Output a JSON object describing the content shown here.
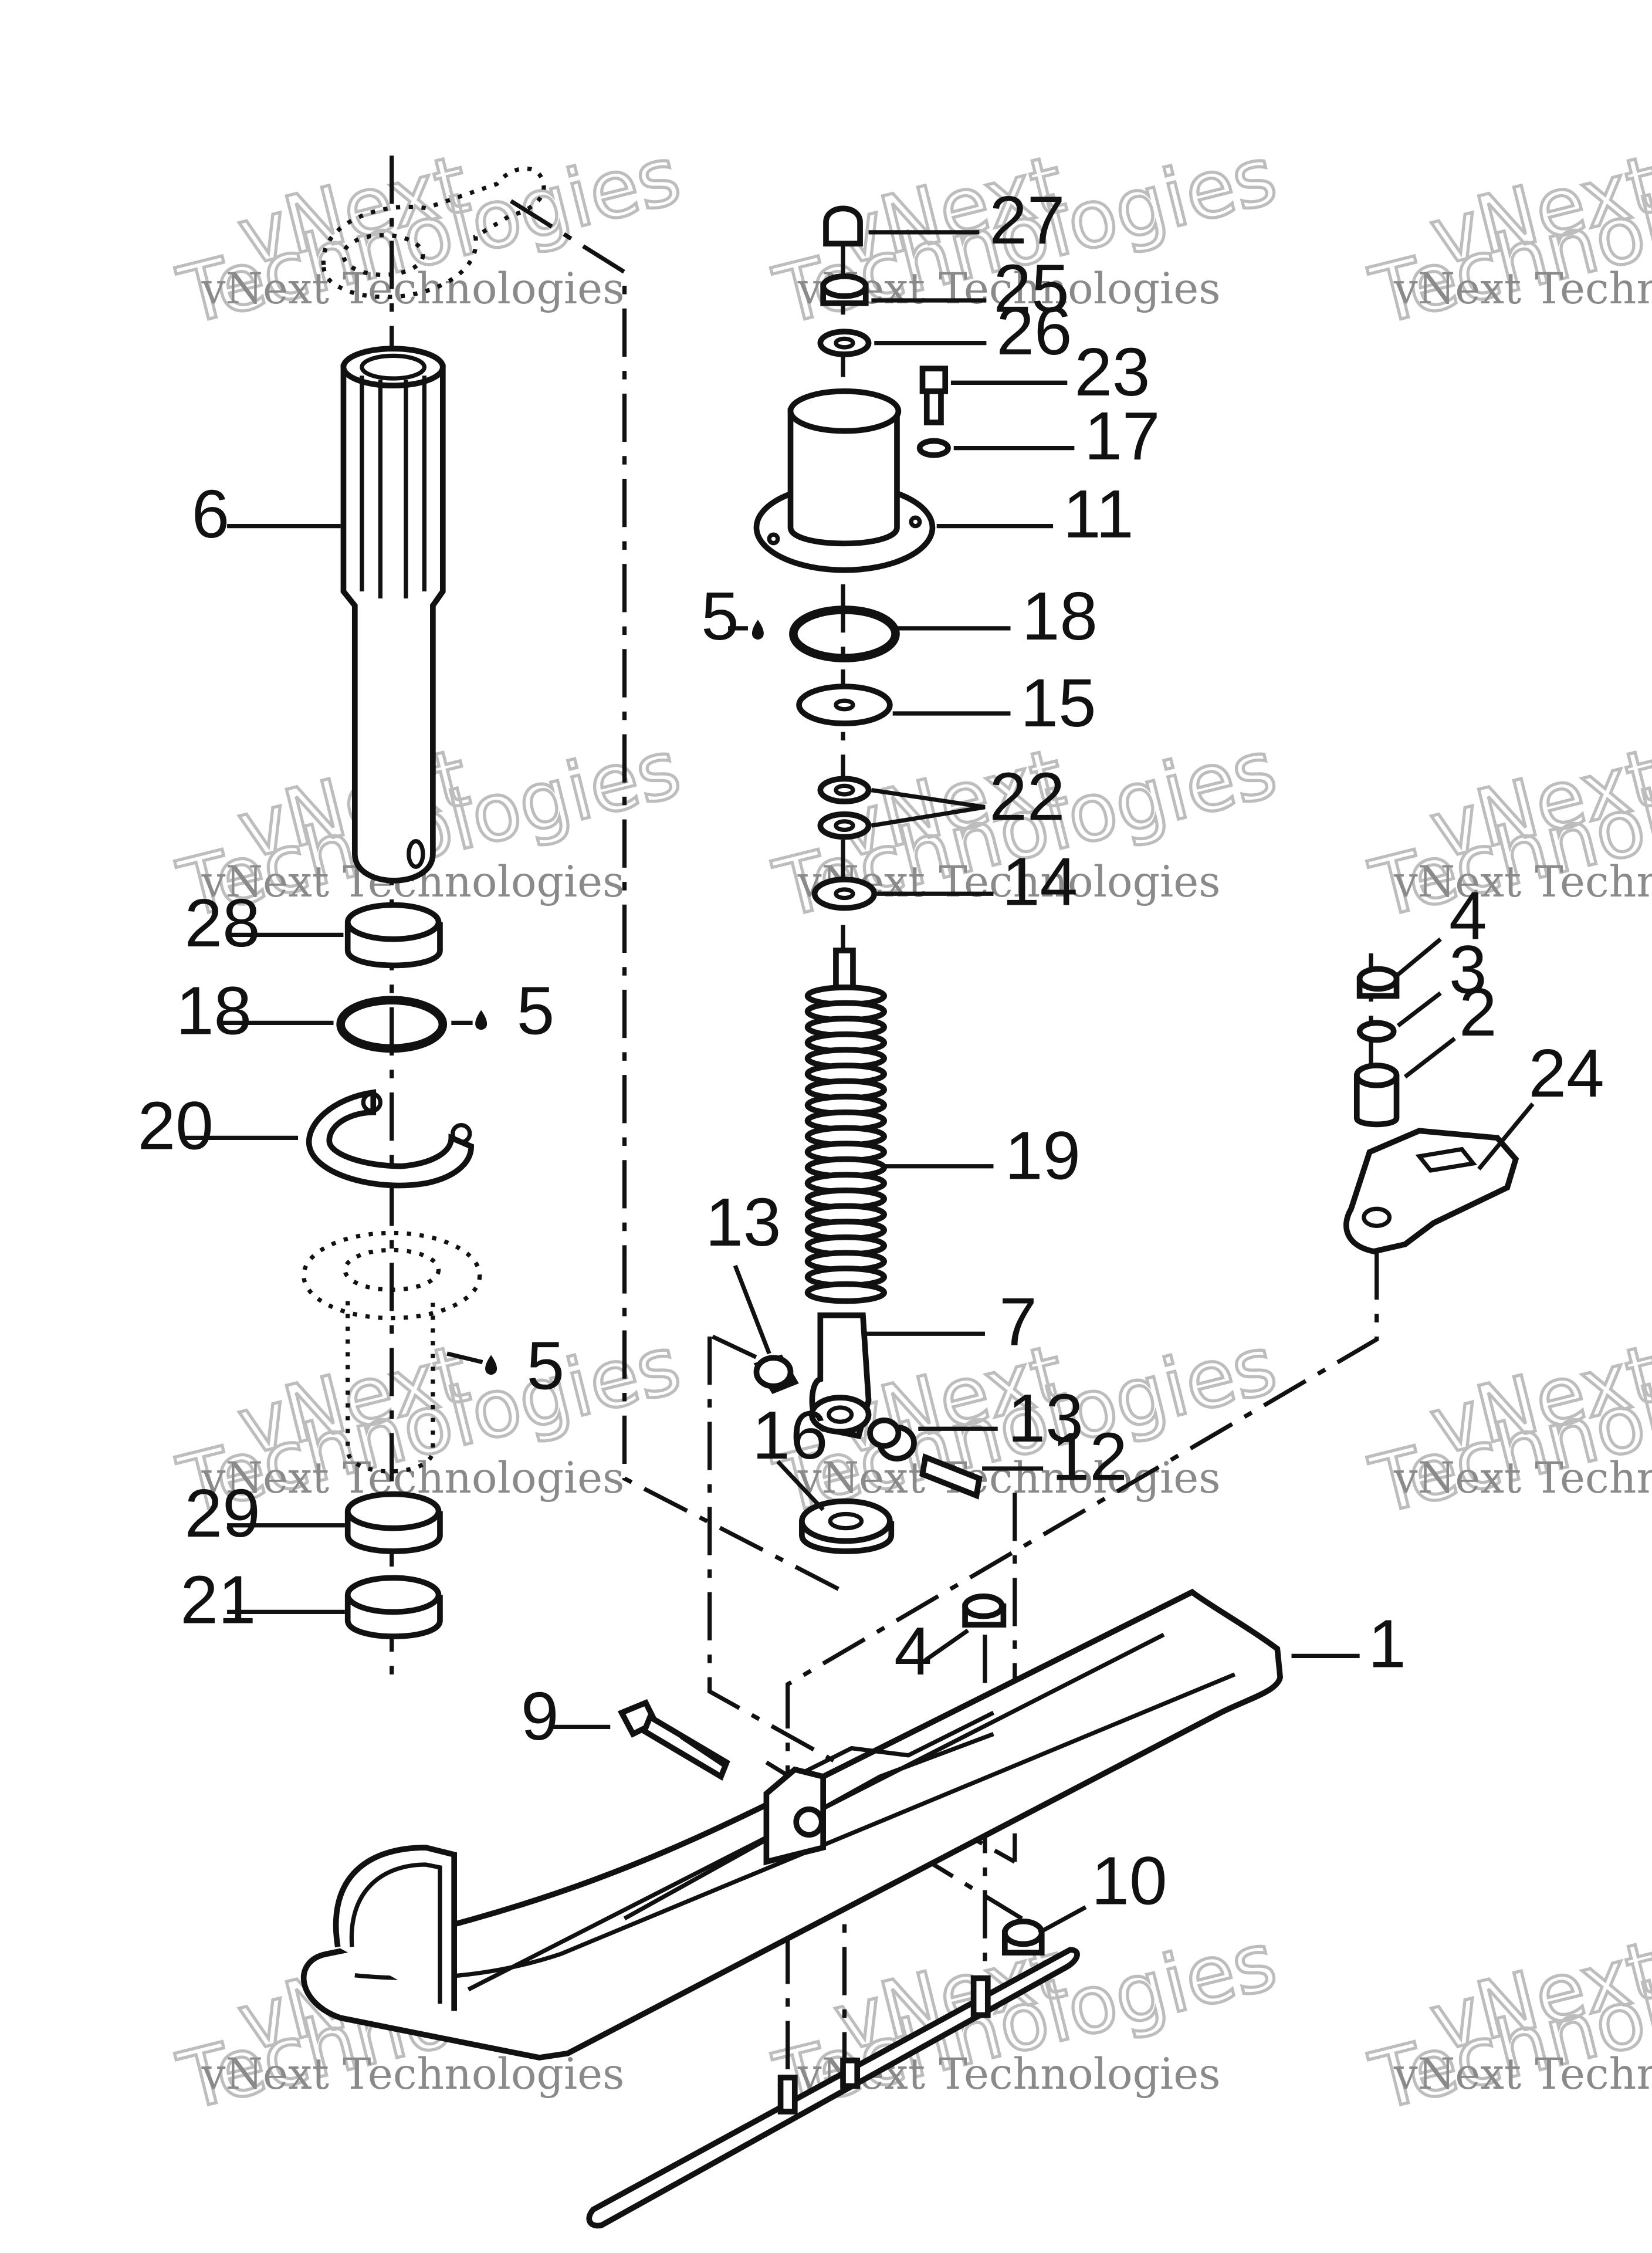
{
  "labels": [
    {
      "num": "27",
      "target": "cap"
    },
    {
      "num": "25",
      "target": "nut-top"
    },
    {
      "num": "26",
      "target": "washer-top"
    },
    {
      "num": "23",
      "target": "screw"
    },
    {
      "num": "17",
      "target": "lock-washer"
    },
    {
      "num": "11",
      "target": "housing"
    },
    {
      "num": "18",
      "target": "o-ring-right"
    },
    {
      "num": "5",
      "target": "grease-right"
    },
    {
      "num": "15",
      "target": "cup-washer"
    },
    {
      "num": "22",
      "target": "washers-pair"
    },
    {
      "num": "14",
      "target": "flat-washer"
    },
    {
      "num": "19",
      "target": "shock-spring"
    },
    {
      "num": "7",
      "target": "shock-body"
    },
    {
      "num": "13",
      "target": "bushing-left"
    },
    {
      "num": "13",
      "target": "bushing-right"
    },
    {
      "num": "12",
      "target": "pin"
    },
    {
      "num": "16",
      "target": "spacer"
    },
    {
      "num": "6",
      "target": "spindle"
    },
    {
      "num": "28",
      "target": "bushing-upper"
    },
    {
      "num": "18",
      "target": "o-ring-left"
    },
    {
      "num": "5",
      "target": "grease-left-upper"
    },
    {
      "num": "20",
      "target": "retaining-ring"
    },
    {
      "num": "5",
      "target": "grease-left-lower"
    },
    {
      "num": "29",
      "target": "bushing-mid"
    },
    {
      "num": "21",
      "target": "bushing-lower"
    },
    {
      "num": "4",
      "target": "nut-bracket"
    },
    {
      "num": "3",
      "target": "washer-bracket"
    },
    {
      "num": "2",
      "target": "spacer-bracket"
    },
    {
      "num": "24",
      "target": "bracket"
    },
    {
      "num": "4",
      "target": "nut-ski"
    },
    {
      "num": "1",
      "target": "ski"
    },
    {
      "num": "9",
      "target": "bolt"
    },
    {
      "num": "10",
      "target": "nut-runner"
    }
  ],
  "watermark": {
    "line1": "vNext Technologies",
    "line2": "vNext",
    "line3": "Technologies"
  }
}
